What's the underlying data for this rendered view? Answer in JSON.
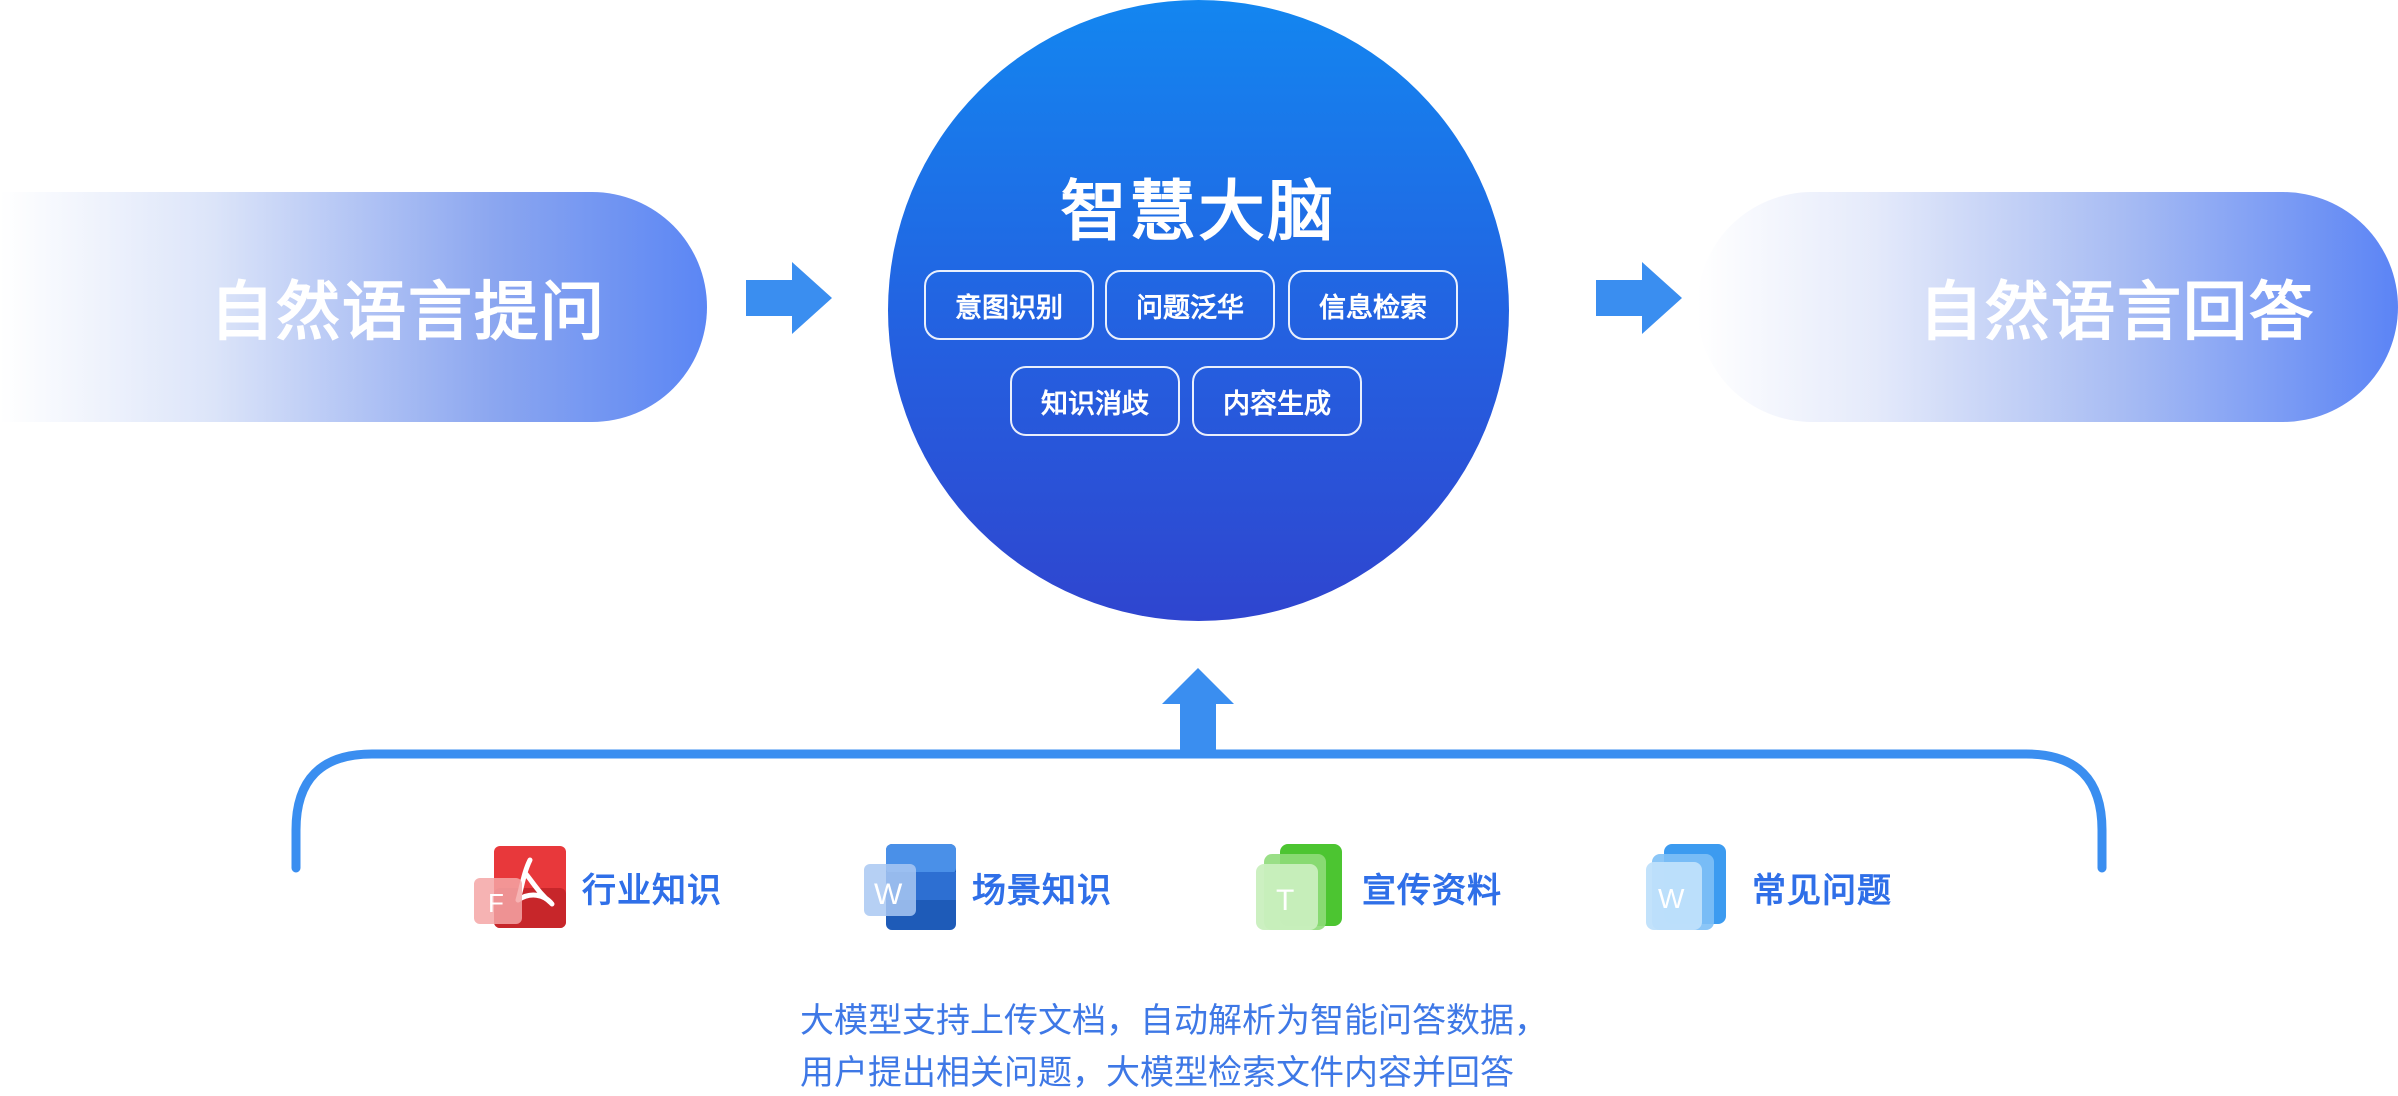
{
  "left_pill": {
    "label": "自然语言提问"
  },
  "right_pill": {
    "label": "自然语言回答"
  },
  "brain": {
    "title": "智慧大脑",
    "tags": [
      "意图识别",
      "问题泛华",
      "信息检索",
      "知识消歧",
      "内容生成"
    ]
  },
  "sources": [
    {
      "label": "行业知识",
      "icon": "pdf-icon",
      "letter": "F"
    },
    {
      "label": "场景知识",
      "icon": "word-icon",
      "letter": "W"
    },
    {
      "label": "宣传资料",
      "icon": "text-icon",
      "letter": "T"
    },
    {
      "label": "常见问题",
      "icon": "word-light-icon",
      "letter": "W"
    }
  ],
  "caption": {
    "line1": "大模型支持上传文档，自动解析为智能问答数据，",
    "line2": "用户提出相关问题，大模型检索文件内容并回答"
  },
  "colors": {
    "accent": "#3a8ef0",
    "brain_top": "#1386f0",
    "brain_bottom": "#2f45cf",
    "source_text": "#2f6fe8"
  }
}
